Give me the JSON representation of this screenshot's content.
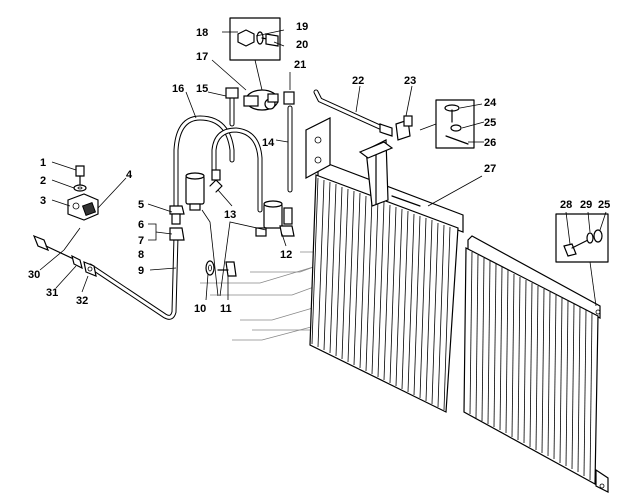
{
  "callouts": [
    {
      "id": "1",
      "text": "1"
    },
    {
      "id": "2",
      "text": "2"
    },
    {
      "id": "3",
      "text": "3"
    },
    {
      "id": "4",
      "text": "4"
    },
    {
      "id": "5",
      "text": "5"
    },
    {
      "id": "6",
      "text": "6"
    },
    {
      "id": "7",
      "text": "7"
    },
    {
      "id": "8",
      "text": "8"
    },
    {
      "id": "9",
      "text": "9"
    },
    {
      "id": "10",
      "text": "10"
    },
    {
      "id": "11",
      "text": "11"
    },
    {
      "id": "12",
      "text": "12"
    },
    {
      "id": "13",
      "text": "13"
    },
    {
      "id": "14",
      "text": "14"
    },
    {
      "id": "15",
      "text": "15"
    },
    {
      "id": "16",
      "text": "16"
    },
    {
      "id": "17",
      "text": "17"
    },
    {
      "id": "18",
      "text": "18"
    },
    {
      "id": "19",
      "text": "19"
    },
    {
      "id": "20",
      "text": "20"
    },
    {
      "id": "21",
      "text": "21"
    },
    {
      "id": "22",
      "text": "22"
    },
    {
      "id": "23",
      "text": "23"
    },
    {
      "id": "24",
      "text": "24"
    },
    {
      "id": "25",
      "text": "25"
    },
    {
      "id": "25b",
      "text": "25"
    },
    {
      "id": "26",
      "text": "26"
    },
    {
      "id": "27",
      "text": "27"
    },
    {
      "id": "28",
      "text": "28"
    },
    {
      "id": "29",
      "text": "29"
    },
    {
      "id": "30",
      "text": "30"
    },
    {
      "id": "31",
      "text": "31"
    },
    {
      "id": "32",
      "text": "32"
    }
  ]
}
